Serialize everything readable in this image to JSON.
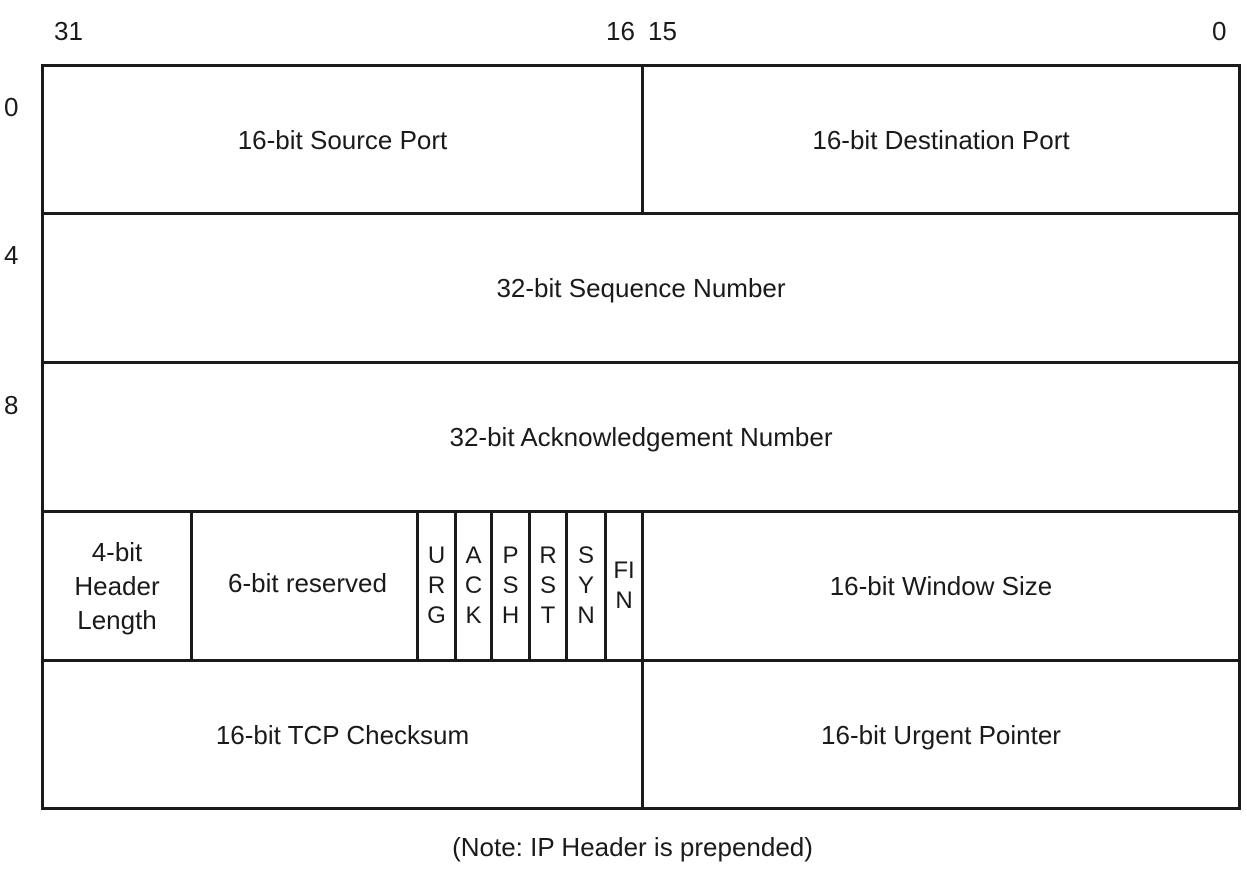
{
  "bit_labels": {
    "b31": "31",
    "b16": "16",
    "b15": "15",
    "b0": "0"
  },
  "offsets": [
    "0",
    "4",
    "8"
  ],
  "row1": {
    "source_port": "16-bit Source Port",
    "destination_port": "16-bit Destination Port"
  },
  "row2": {
    "sequence_number": "32-bit Sequence Number"
  },
  "row3": {
    "acknowledgement_number": "32-bit Acknowledgement  Number"
  },
  "row4": {
    "header_length": "4-bit\nHeader\nLength",
    "reserved": "6-bit reserved",
    "flags": {
      "urg": "URG",
      "ack": "ACK",
      "psh": "PSH",
      "rst": "RST",
      "syn": "SYN",
      "fin": "FIN"
    },
    "window_size": "16-bit Window Size"
  },
  "row5": {
    "tcp_checksum": "16-bit TCP Checksum",
    "urgent_pointer": "16-bit Urgent Pointer"
  },
  "note": "(Note: IP Header is prepended)"
}
